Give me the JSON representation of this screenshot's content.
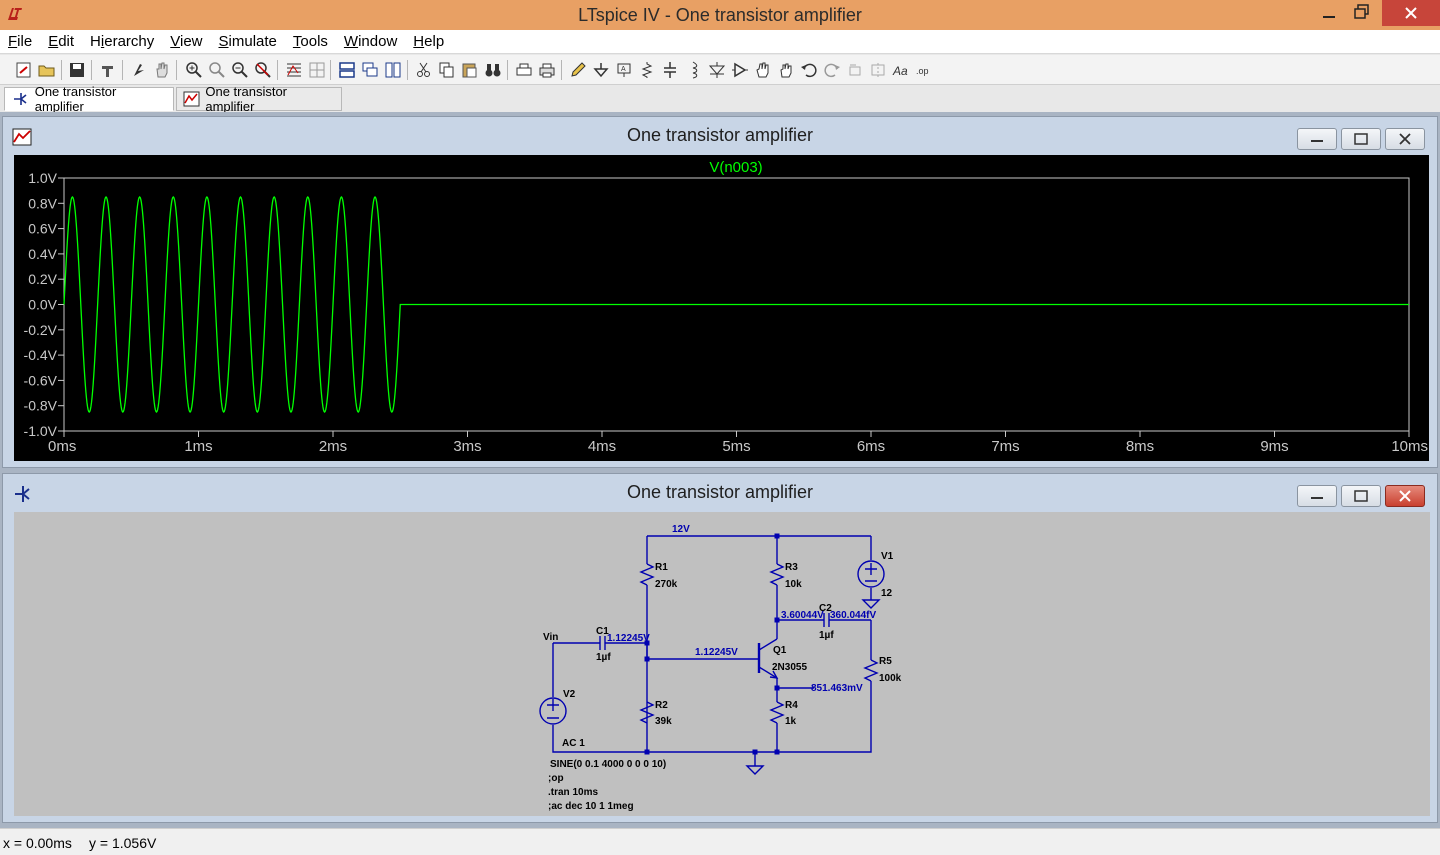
{
  "app": {
    "title": "LTspice IV - One transistor amplifier"
  },
  "menu": [
    {
      "pre": "",
      "u": "F",
      "post": "ile"
    },
    {
      "pre": "",
      "u": "E",
      "post": "dit"
    },
    {
      "pre": "H",
      "u": "i",
      "post": "erarchy"
    },
    {
      "pre": "",
      "u": "V",
      "post": "iew"
    },
    {
      "pre": "",
      "u": "S",
      "post": "imulate"
    },
    {
      "pre": "",
      "u": "T",
      "post": "ools"
    },
    {
      "pre": "",
      "u": "W",
      "post": "indow"
    },
    {
      "pre": "",
      "u": "H",
      "post": "elp"
    }
  ],
  "tabs": [
    {
      "label": "One transistor amplifier",
      "icon": "schematic-icon",
      "active": true
    },
    {
      "label": "One transistor amplifier",
      "icon": "waveform-icon",
      "active": false
    }
  ],
  "waveform_window": {
    "title": "One transistor amplifier",
    "trace_label": "V(n003)",
    "trace_color": "#00ff00"
  },
  "chart_data": {
    "type": "line",
    "title": "V(n003)",
    "xlabel": "",
    "ylabel": "",
    "xlim": [
      0,
      10
    ],
    "ylim": [
      -1.0,
      1.0
    ],
    "x_unit": "ms",
    "x_ticks": [
      "0ms",
      "1ms",
      "2ms",
      "3ms",
      "4ms",
      "5ms",
      "6ms",
      "7ms",
      "8ms",
      "9ms",
      "10ms"
    ],
    "y_ticks": [
      "1.0V",
      "0.8V",
      "0.6V",
      "0.4V",
      "0.2V",
      "0.0V",
      "-0.2V",
      "-0.4V",
      "-0.6V",
      "-0.8V",
      "-1.0V"
    ],
    "series": [
      {
        "name": "V(n003)",
        "color": "#00ff00",
        "amplitude": 0.85,
        "frequency_hz": 4000,
        "cycles": 10,
        "end_value": 0.0
      }
    ],
    "grid": false,
    "background": "#000000"
  },
  "schematic_window": {
    "title": "One transistor amplifier",
    "labels": {
      "v12": "12V",
      "r1": "R1",
      "r1_val": "270k",
      "r3": "R3",
      "r3_val": "10k",
      "v1": "V1",
      "v1_val": "12",
      "c2": "C2",
      "c2_val": "1µf",
      "node_collector": "3.60044V",
      "node_out": "360.044fV",
      "vin": "Vin",
      "c1": "C1",
      "c1_val": "1µf",
      "node_c1": "1.12245V",
      "node_base": "1.12245V",
      "q1": "Q1",
      "q1_model": "2N3055",
      "r5": "R5",
      "r5_val": "100k",
      "v2": "V2",
      "r2": "R2",
      "r2_val": "39k",
      "r4": "R4",
      "r4_val": "1k",
      "node_emitter": "851.463mV",
      "ac": "AC 1",
      "sine": "SINE(0 0.1 4000 0 0 0 10)",
      "op": ";op",
      "tran": ".tran 10ms",
      "acdec": ";ac dec 10 1 1meg"
    }
  },
  "status": {
    "x": "x = 0.00ms",
    "y": "y = 1.056V"
  }
}
